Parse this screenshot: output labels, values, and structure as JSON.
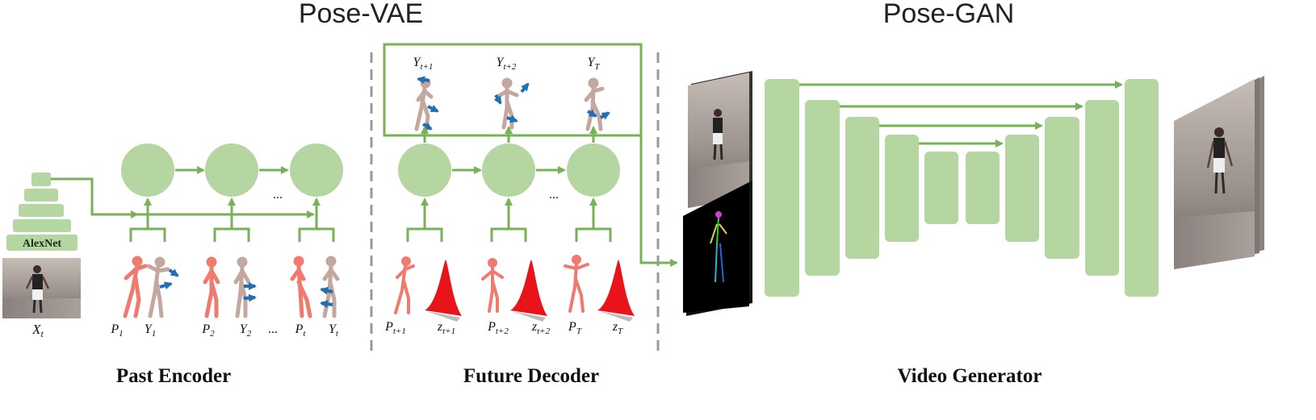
{
  "titles": {
    "pose_vae": "Pose-VAE",
    "pose_gan": "Pose-GAN"
  },
  "sections": {
    "past_encoder": "Past Encoder",
    "future_decoder": "Future Decoder",
    "video_generator": "Video Generator"
  },
  "alexnet": {
    "label": "AlexNet"
  },
  "input": {
    "label": "X_t"
  },
  "past": {
    "pose_labels": [
      "P_1",
      "Y_1",
      "P_2",
      "Y_2",
      "P_t",
      "Y_t"
    ],
    "ellipsis": "..."
  },
  "future": {
    "output_labels": [
      "Y_{t+1}",
      "Y_{t+2}",
      "Y_T"
    ],
    "pose_labels": [
      "P_{t+1}",
      "z_{t+1}",
      "P_{t+2}",
      "z_{t+2}",
      "P_T",
      "z_T"
    ],
    "ellipsis": "..."
  },
  "colors": {
    "green_fill": "#b5d6a0",
    "green_line": "#78b257",
    "pose_red": "#f07a6e",
    "pose_brown": "#c4a8a0",
    "arrow_blue": "#1f6fb4",
    "gaussian_red": "#e8141a",
    "divider": "#999999"
  }
}
